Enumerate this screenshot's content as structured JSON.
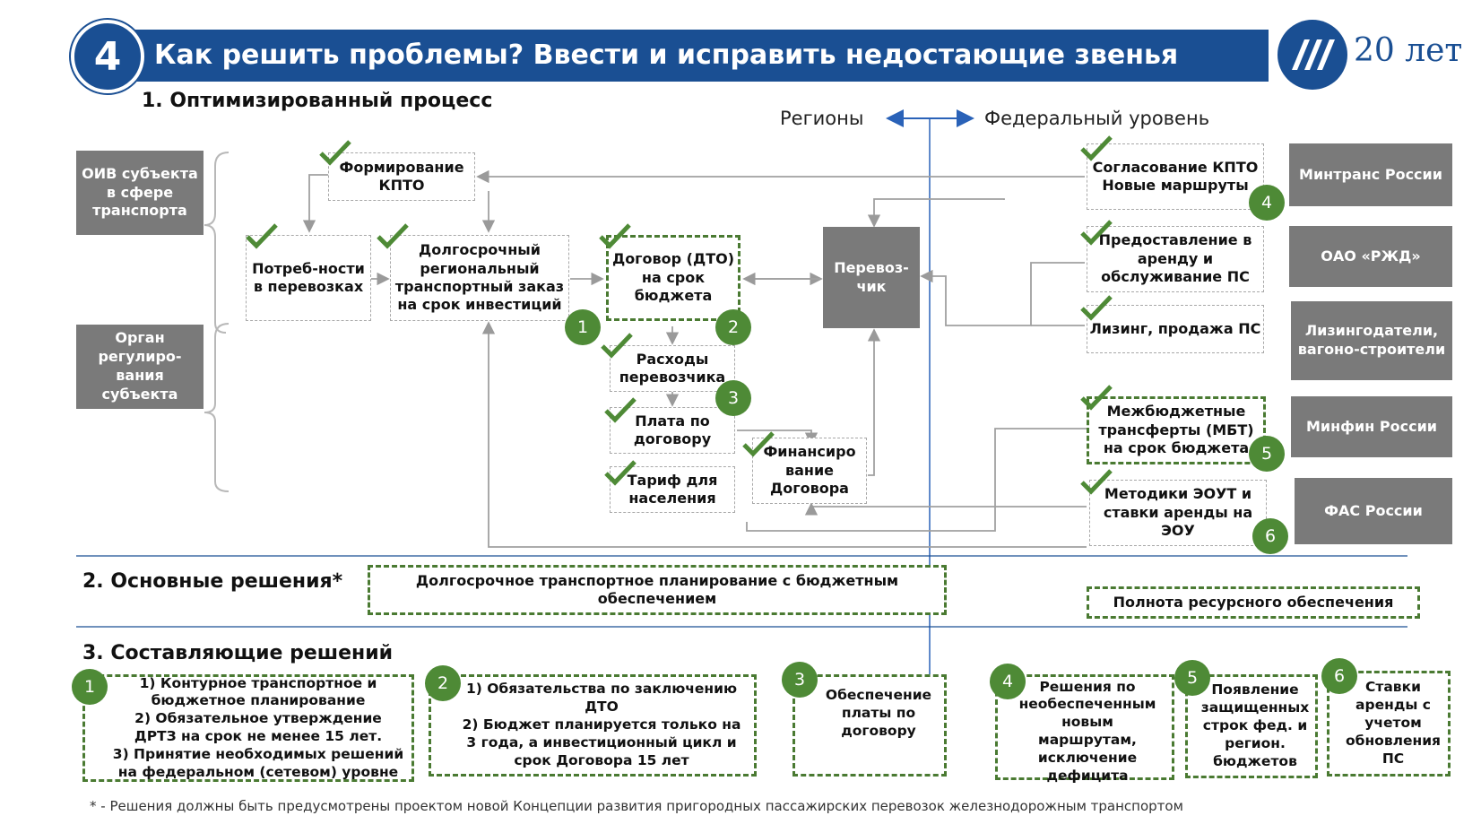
{
  "header": {
    "badge": "4",
    "title": "Как решить проблемы? Ввести и исправить недостающие звенья",
    "logo_text": "20 лет",
    "accent": "#1a4f93"
  },
  "section1": {
    "title": "1. Оптимизированный процесс",
    "regions_label": "Регионы",
    "federal_label": "Федеральный уровень"
  },
  "left_actors": [
    "ОИВ субъекта в сфере транспорта",
    "Орган регулиро-вания субъекта"
  ],
  "process": {
    "kpto": "Формирование КПТО",
    "needs": "Потреб-ности в перевозках",
    "order": "Долгосрочный региональный транспортный заказ на срок инвестиций",
    "contract": "Договор (ДТО) на срок бюджета",
    "carrier": "Перевоз-чик",
    "costs": "Расходы перевозчика",
    "payment": "Плата по договору",
    "tariff": "Тариф для населения",
    "financing": "Финансиро вание Договора"
  },
  "federal": {
    "kpto_approval": "Согласование КПТО Новые маршруты",
    "rolling_stock": "Предоставление в аренду и обслуживание ПС",
    "leasing": "Лизинг, продажа ПС",
    "transfers": "Межбюджетные трансферты (МБТ) на срок бюджета",
    "methods": "Методики ЭОУТ и ставки аренды на ЭОУ"
  },
  "right_actors": [
    "Минтранс России",
    "ОАО «РЖД»",
    "Лизингодатели, вагоно-строители",
    "Минфин России",
    "ФАС России"
  ],
  "markers": [
    "1",
    "2",
    "3",
    "4",
    "5",
    "6"
  ],
  "section2": {
    "title": "2. Основные решения*",
    "solution_left": "Долгосрочное транспортное планирование с бюджетным обеспечением",
    "solution_right": "Полнота ресурсного обеспечения"
  },
  "section3": {
    "title": "3. Составляющие решений",
    "items": [
      {
        "num": "1",
        "text": "1) Контурное транспортное и бюджетное планирование\n2) Обязательное утверждение ДРТЗ на срок не менее 15 лет.\n3) Принятие необходимых решений на федеральном (сетевом) уровне"
      },
      {
        "num": "2",
        "text": "1) Обязательства по заключению ДТО\n2) Бюджет планируется только на 3 года, а инвестиционный цикл и срок Договора 15 лет"
      },
      {
        "num": "3",
        "text": "Обеспечение платы по договору"
      },
      {
        "num": "4",
        "text": "Решения по необеспеченным новым маршрутам, исключение дефицита"
      },
      {
        "num": "5",
        "text": "Появление защищенных строк фед. и регион. бюджетов"
      },
      {
        "num": "6",
        "text": "Ставки аренды с учетом обновления ПС"
      }
    ]
  },
  "footnote": "* - Решения должны быть предусмотрены проектом новой Концепции развития пригородных пассажирских перевозок железнодорожным транспортом",
  "colors": {
    "green": "#4e8a36",
    "gray": "#7a7a7a",
    "blue": "#1a4f93"
  }
}
